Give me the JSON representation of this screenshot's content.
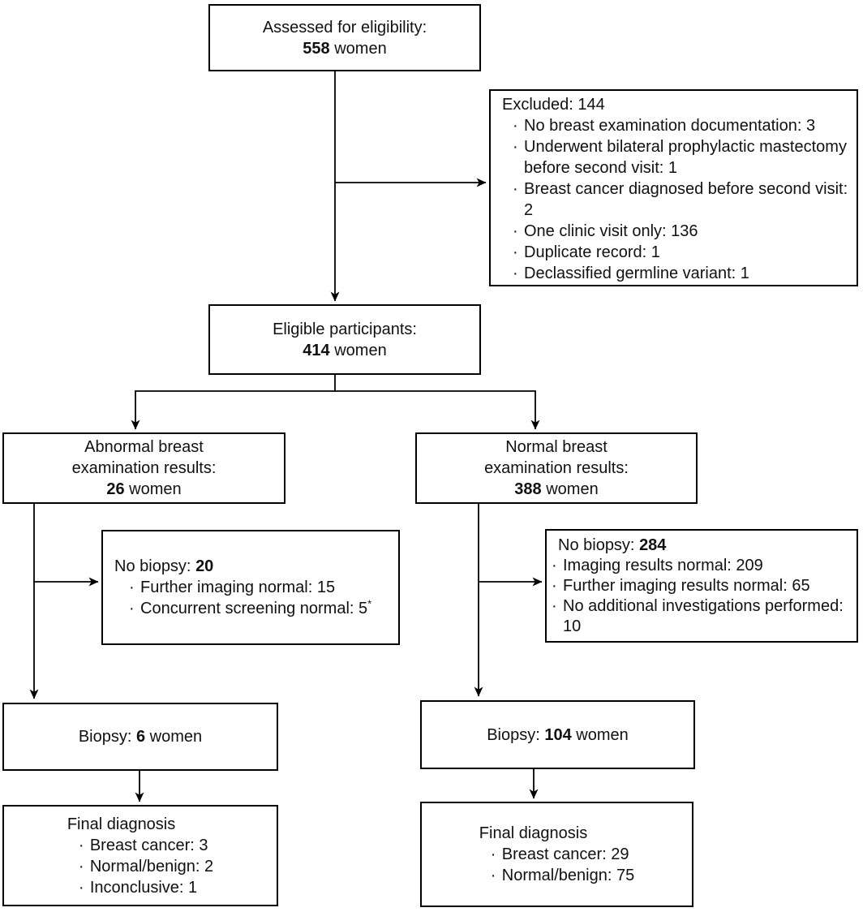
{
  "bullet": "·",
  "colors": {
    "box_border": "#000000",
    "text": "#111111",
    "background": "#ffffff",
    "connector": "#000000"
  },
  "assessed": {
    "line1": "Assessed for eligibility:",
    "count": "558",
    "suffix": " women"
  },
  "excluded": {
    "title": "Excluded: 144",
    "items": [
      "No breast examination documentation: 3",
      "Underwent bilateral prophylactic mastectomy before second visit: 1",
      "Breast cancer diagnosed before second visit: 2",
      "One clinic visit only: 136",
      "Duplicate record: 1",
      "Declassified germline variant: 1"
    ]
  },
  "eligible": {
    "line1": "Eligible participants:",
    "count": "414",
    "suffix": " women"
  },
  "abnormal": {
    "line1": "Abnormal breast",
    "line2": "examination results:",
    "count": "26",
    "suffix": " women"
  },
  "normal": {
    "line1": "Normal breast",
    "line2": "examination results:",
    "count": "388",
    "suffix": " women"
  },
  "no_biopsy_abnormal": {
    "label": "No biopsy: ",
    "count": "20",
    "items": [
      "Further imaging normal: 15",
      "Concurrent screening normal: 5"
    ],
    "footnote_marker": "*"
  },
  "no_biopsy_normal": {
    "label": "No biopsy: ",
    "count": "284",
    "items": [
      "Imaging results normal: 209",
      "Further imaging results normal: 65",
      "No additional investigations performed: 10"
    ]
  },
  "biopsy_abnormal": {
    "label": "Biopsy: ",
    "count": "6",
    "suffix": " women"
  },
  "biopsy_normal": {
    "label": "Biopsy: ",
    "count": "104",
    "suffix": " women"
  },
  "final_abnormal": {
    "title": "Final diagnosis",
    "items": [
      "Breast cancer: 3",
      "Normal/benign: 2",
      "Inconclusive: 1"
    ]
  },
  "final_normal": {
    "title": "Final diagnosis",
    "items": [
      "Breast cancer: 29",
      "Normal/benign: 75"
    ]
  }
}
